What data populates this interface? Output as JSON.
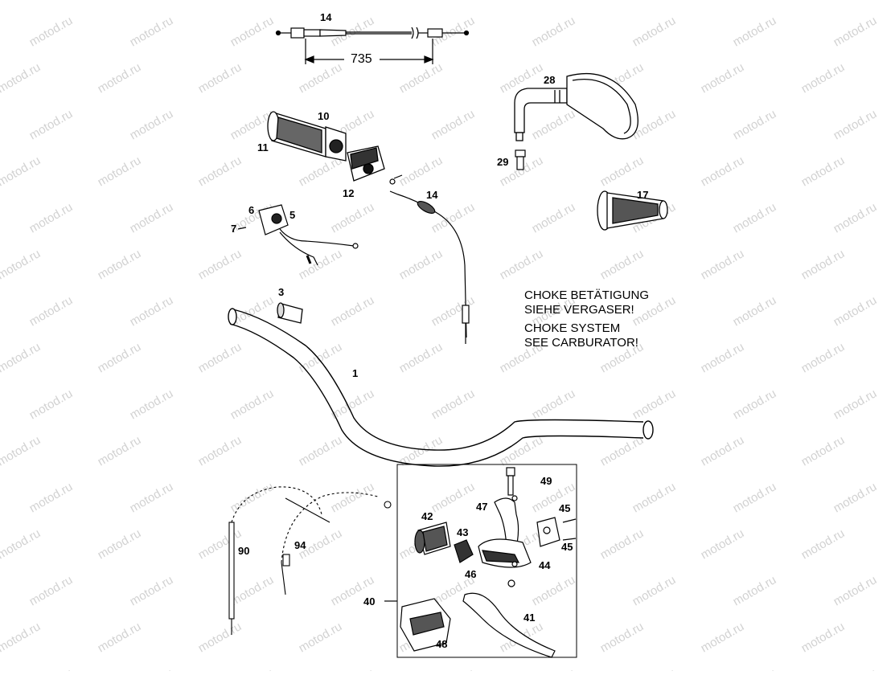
{
  "diagram": {
    "watermark": "motod.ru",
    "dimension_label": "735",
    "parts": [
      {
        "id": "p14a",
        "label": "14"
      },
      {
        "id": "p28",
        "label": "28"
      },
      {
        "id": "p10",
        "label": "10"
      },
      {
        "id": "p11",
        "label": "11"
      },
      {
        "id": "p29",
        "label": "29"
      },
      {
        "id": "p12",
        "label": "12"
      },
      {
        "id": "p14b",
        "label": "14"
      },
      {
        "id": "p17",
        "label": "17"
      },
      {
        "id": "p6",
        "label": "6"
      },
      {
        "id": "p5",
        "label": "5"
      },
      {
        "id": "p7",
        "label": "7"
      },
      {
        "id": "p3",
        "label": "3"
      },
      {
        "id": "p1",
        "label": "1"
      },
      {
        "id": "p49",
        "label": "49"
      },
      {
        "id": "p47",
        "label": "47"
      },
      {
        "id": "p42",
        "label": "42"
      },
      {
        "id": "p45a",
        "label": "45"
      },
      {
        "id": "p43",
        "label": "43"
      },
      {
        "id": "p45b",
        "label": "45"
      },
      {
        "id": "p44",
        "label": "44"
      },
      {
        "id": "p46",
        "label": "46"
      },
      {
        "id": "p90",
        "label": "90"
      },
      {
        "id": "p94",
        "label": "94"
      },
      {
        "id": "p40",
        "label": "40"
      },
      {
        "id": "p41",
        "label": "41"
      },
      {
        "id": "p48",
        "label": "48"
      }
    ],
    "note_lines": [
      "CHOKE BETÄTIGUNG",
      "SIEHE VERGASER!",
      "CHOKE SYSTEM",
      "SEE CARBURATOR!"
    ]
  }
}
